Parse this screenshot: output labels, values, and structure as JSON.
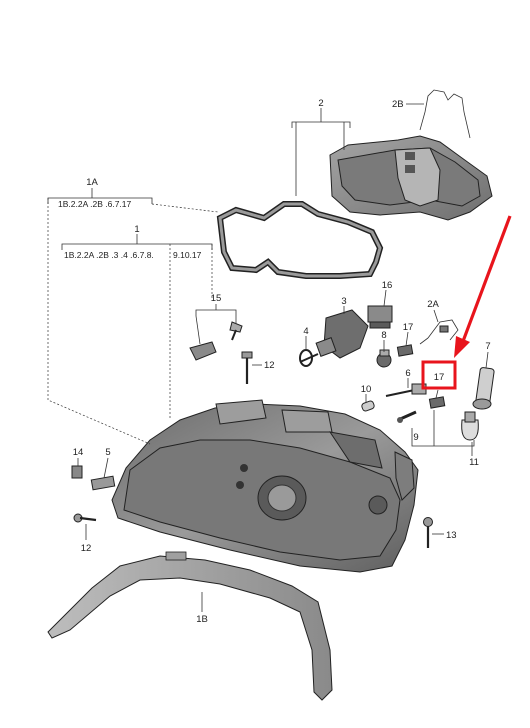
{
  "labels": {
    "p1": "1",
    "p1_sub": "1B.2.2A .2B .3 .4 .6.7.8.",
    "p1_sub2": "9.10.17",
    "p1a": "1A",
    "p1a_sub": "1B.2.2A .2B .6.7.17",
    "p1b": "1B",
    "p2": "2",
    "p2a": "2A",
    "p2b": "2B",
    "p3": "3",
    "p4": "4",
    "p5": "5",
    "p6": "6",
    "p7": "7",
    "p8": "8",
    "p9": "9",
    "p10": "10",
    "p11": "11",
    "p12a": "12",
    "p12b": "12",
    "p13": "13",
    "p14": "14",
    "p15": "15",
    "p16": "16",
    "p17a": "17",
    "p17b": "17"
  },
  "highlight": {
    "target": "17",
    "box_color": "#e8141c",
    "arrow_color": "#e8141c"
  },
  "colors": {
    "part_fill": "#8f8f8f",
    "part_dark": "#5a5a5a",
    "part_light": "#c8c8c8"
  }
}
